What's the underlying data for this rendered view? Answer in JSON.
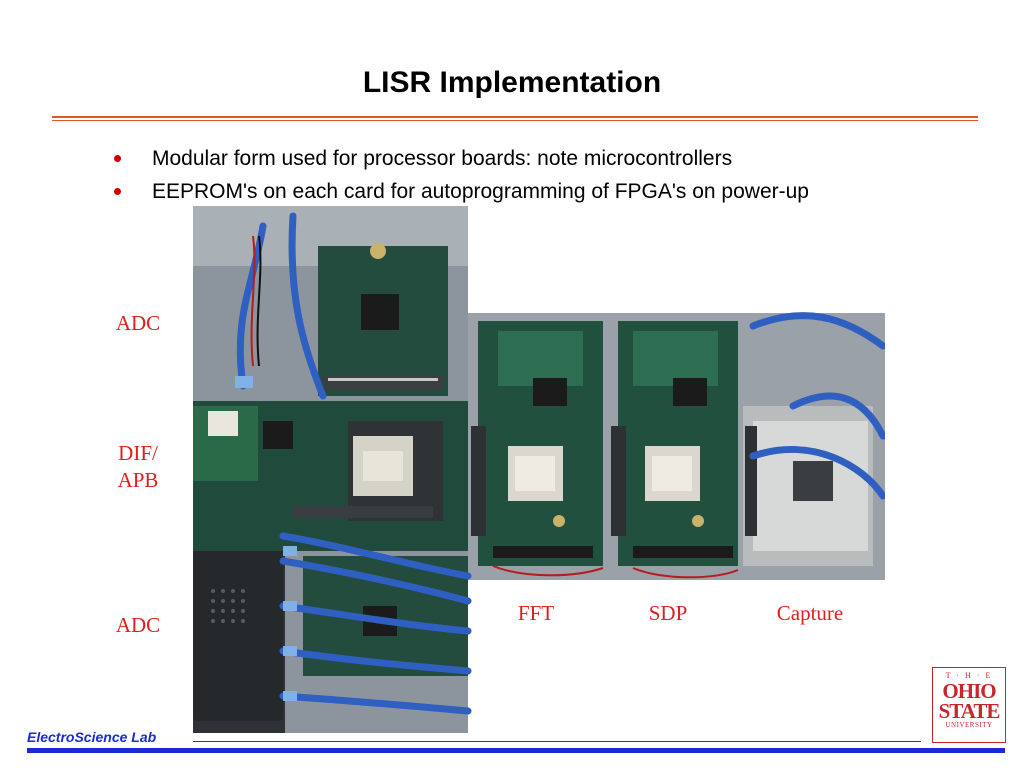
{
  "title": "LISR Implementation",
  "bullets": [
    "Modular form used for processor boards: note microcontrollers",
    "EEPROM's on each card for autoprogramming of FPGA's on power-up"
  ],
  "labels": {
    "adc_top": "ADC",
    "dif_line1": "DIF/",
    "dif_line2": "APB",
    "adc_bottom": "ADC",
    "fft": "FFT",
    "sdp": "SDP",
    "capture": "Capture"
  },
  "footer": {
    "lab": "ElectroScience Lab"
  },
  "logo": {
    "the": "T · H · E",
    "ohio": "OHIO",
    "state": "STATE",
    "university": "UNIVERSITY"
  },
  "colors": {
    "accent_orange": "#e8541f",
    "label_red": "#e02020",
    "footer_blue": "#1a2bd6",
    "osu_scarlet": "#c9262c"
  }
}
